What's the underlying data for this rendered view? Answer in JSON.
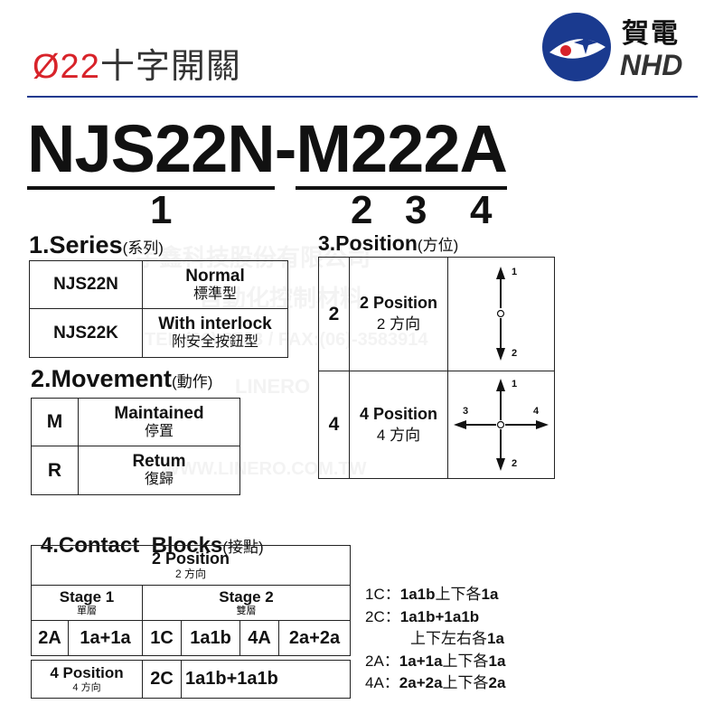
{
  "header": {
    "title_symbol": "Ø22",
    "title_text": "十字開關",
    "brand_cn": "賀電",
    "brand_en": "NHD"
  },
  "model": {
    "prefix": "NJS22N",
    "dash": "-",
    "movement": "M",
    "position": "22",
    "contact": "2A",
    "index_1": "1",
    "index_2": "2",
    "index_3": "3",
    "index_4": "4"
  },
  "series": {
    "heading": "1.Series",
    "heading_cn": "(系列)",
    "rows": [
      {
        "code": "NJS22N",
        "desc_en": "Normal",
        "desc_cn": "標準型"
      },
      {
        "code": "NJS22K",
        "desc_en": "With interlock",
        "desc_cn": "附安全按鈕型"
      }
    ]
  },
  "movement": {
    "heading": "2.Movement",
    "heading_cn": "(動作)",
    "rows": [
      {
        "code": "M",
        "desc_en": "Maintained",
        "desc_cn": "停置"
      },
      {
        "code": "R",
        "desc_en": "Retum",
        "desc_cn": "復歸"
      }
    ]
  },
  "position": {
    "heading": "3.Position",
    "heading_cn": "(方位)",
    "rows": [
      {
        "code": "2",
        "desc_en": "2 Position",
        "desc_cn": "2 方向",
        "labels": {
          "up": "1",
          "down": "2"
        }
      },
      {
        "code": "4",
        "desc_en": "4 Position",
        "desc_cn": "4 方向",
        "labels": {
          "up": "1",
          "down": "2",
          "left": "3",
          "right": "4"
        }
      }
    ]
  },
  "contact": {
    "heading": "4.Contact  Blocks",
    "heading_cn": "(接點)",
    "two_pos_en": "2 Position",
    "two_pos_cn": "2 方向",
    "stage1_en": "Stage 1",
    "stage1_cn": "單層",
    "stage2_en": "Stage 2",
    "stage2_cn": "雙層",
    "cells": [
      "2A",
      "1a+1a",
      "1C",
      "1a1b",
      "4A",
      "2a+2a"
    ],
    "four_pos_en": "4 Position",
    "four_pos_cn": "4 方向",
    "four_code": "2C",
    "four_value": "1a1b+1a1b"
  },
  "legend": [
    {
      "key": "1C：",
      "val_b": "1a1b",
      "val_n": "上下各",
      "val_b2": "1a"
    },
    {
      "key": "2C：",
      "val_b": "1a1b+1a1b",
      "val_n": "",
      "val_b2": ""
    },
    {
      "key": "",
      "val_b": "",
      "val_n": "上下左右各",
      "val_b2": "1a"
    },
    {
      "key": "2A：",
      "val_b": "1a+1a",
      "val_n": "上下各",
      "val_b2": "1a"
    },
    {
      "key": "4A：",
      "val_b": "2a+2a",
      "val_n": "上下各",
      "val_b2": "2a"
    }
  ],
  "watermark": {
    "line1": "宇鑫科技股份有限公司",
    "line2": "自動化控制材料",
    "line3": "TEL:(06)-3583 / FAX:(06)-3583914",
    "line4": "LINERO",
    "line5": "WWW.LINERO.COM.TW"
  },
  "colors": {
    "title_accent": "#d8232a",
    "logo_blue": "#1a3a8f",
    "logo_red": "#d8232a",
    "rule": "#1a3a8f"
  }
}
